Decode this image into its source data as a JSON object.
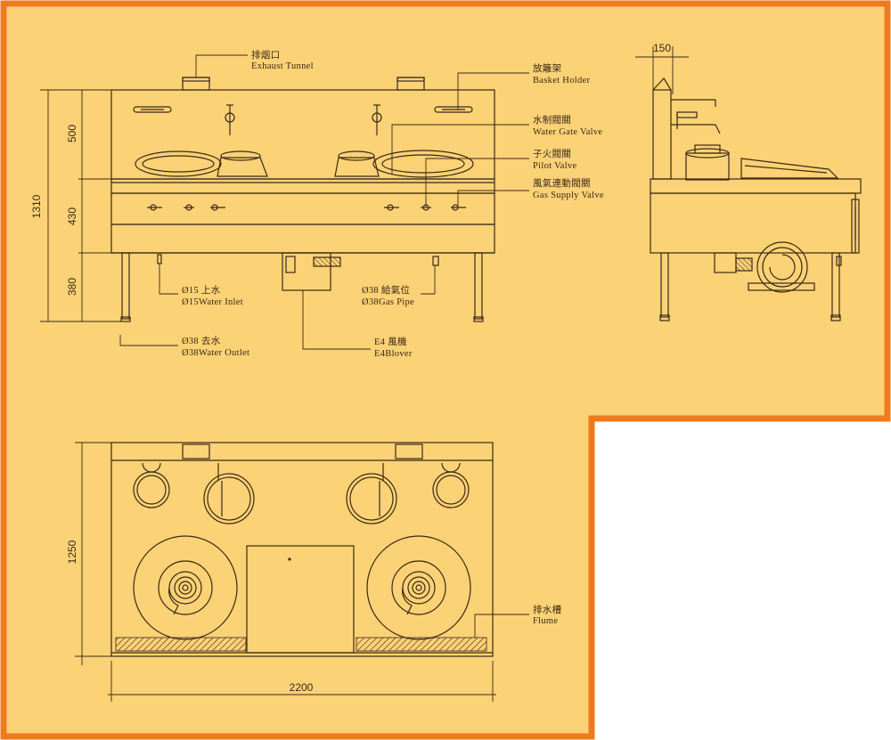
{
  "colors": {
    "paper": "#fcd277",
    "border": "#f07a1e",
    "ink": "#3a2a14"
  },
  "front_view": {
    "dimensions": {
      "total_height": "1310",
      "upper_height": "500",
      "middle_height": "430",
      "leg_height": "380"
    },
    "labels": {
      "exhaust_cn": "排烟口",
      "exhaust_en": "Exhaust Tunnel",
      "basket_cn": "放籬架",
      "basket_en": "Basket Holder",
      "water_gate_cn": "水制閥關",
      "water_gate_en": "Water Gate Valve",
      "pilot_cn": "子火閥關",
      "pilot_en": "Pilot Valve",
      "gas_supply_cn": "風氣連動閥關",
      "gas_supply_en": "Gas Supply Valve",
      "water_inlet_cn": "Ø15 上水",
      "water_inlet_en": "Ø15Water Inlet",
      "gas_pipe_cn": "Ø38 給氣位",
      "gas_pipe_en": "Ø38Gas Pipe",
      "water_outlet_cn": "Ø38 去水",
      "water_outlet_en": "Ø38Water Outlet",
      "blower_cn": "E4 風機",
      "blower_en": "E4Blover"
    }
  },
  "side_view": {
    "dimensions": {
      "top_width": "150"
    }
  },
  "top_view": {
    "dimensions": {
      "depth": "1250",
      "width": "2200"
    },
    "labels": {
      "flume_cn": "排水槽",
      "flume_en": "Flume"
    }
  }
}
